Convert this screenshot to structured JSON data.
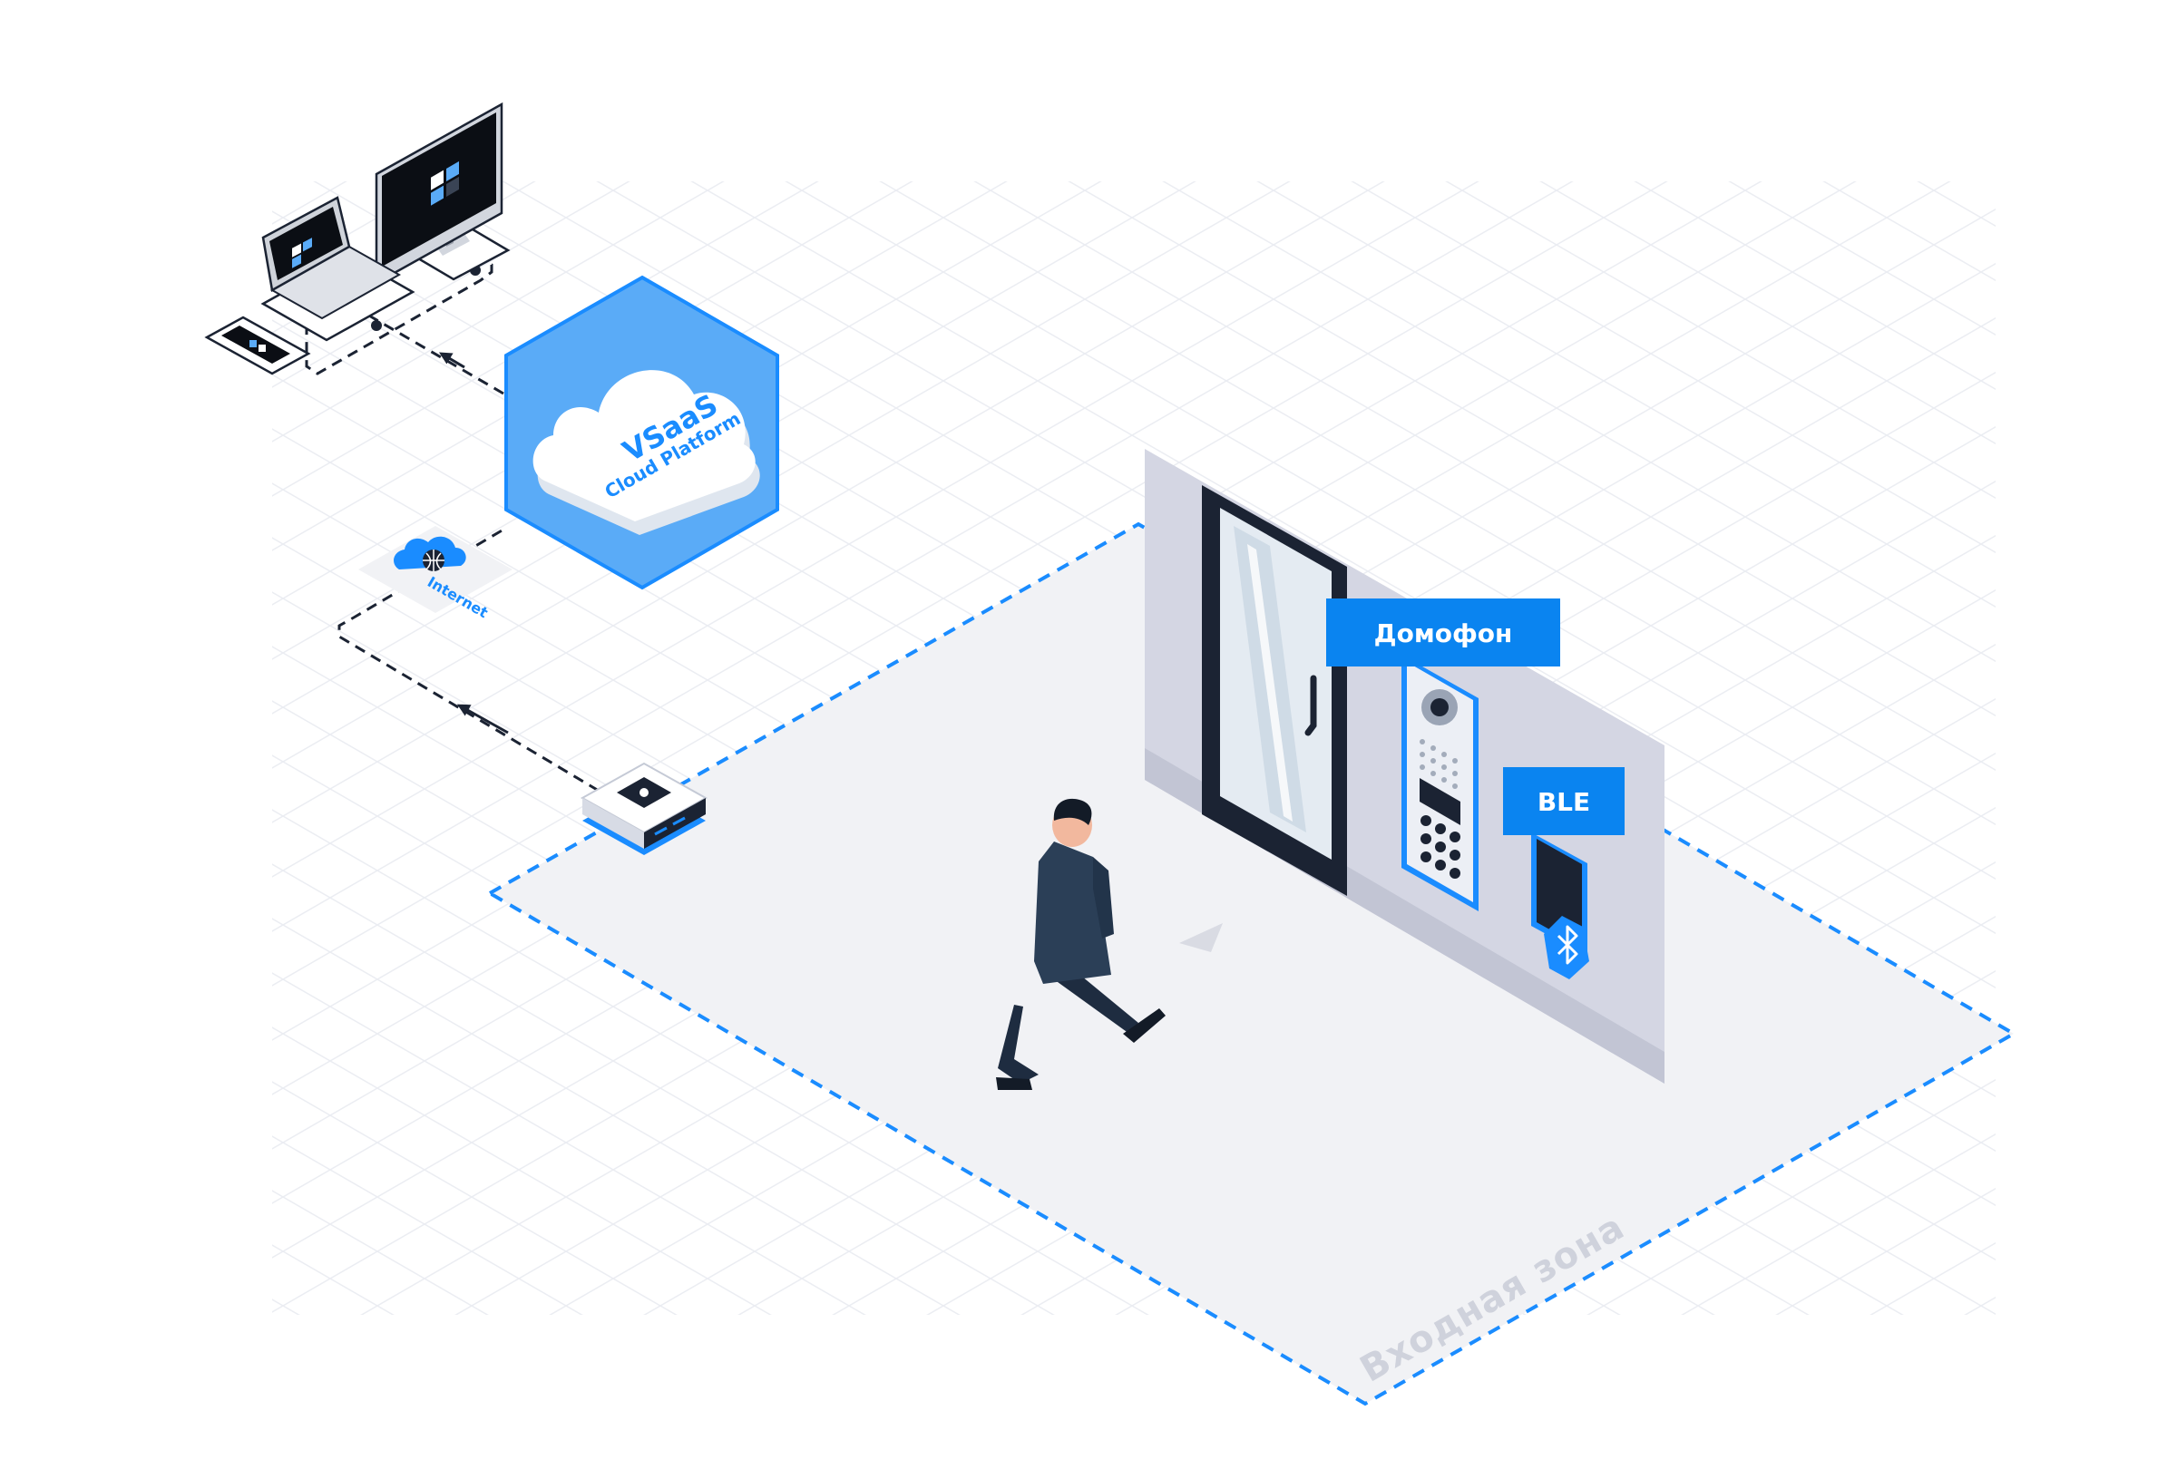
{
  "cloud": {
    "line1": "VSaaS",
    "line2": "Cloud Platform"
  },
  "internet": {
    "label": "Internet"
  },
  "labels": {
    "intercom": "Домофон",
    "ble": "BLE",
    "zone": "Входная зона"
  },
  "colors": {
    "accent": "#1a8cff",
    "label_bg": "#0a84f0",
    "cloud_fill": "#5aabf7",
    "dark": "#1b2333",
    "wall": "#d4d6e3",
    "floor": "#f1f2f5"
  }
}
